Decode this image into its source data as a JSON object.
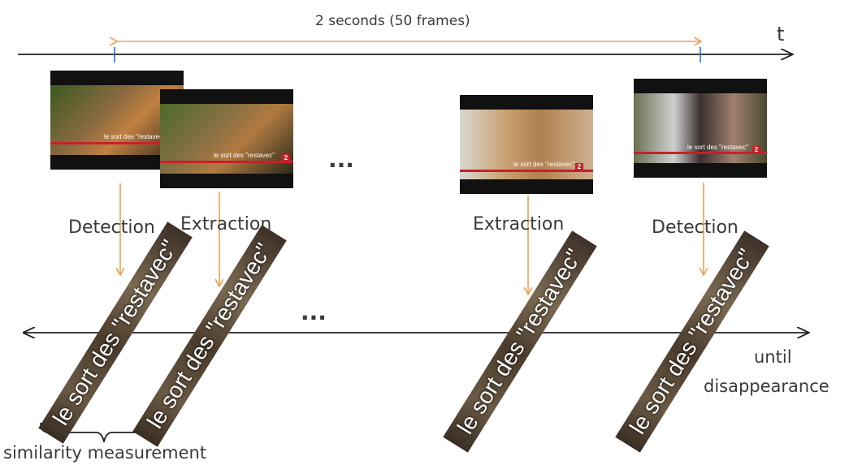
{
  "timeline": {
    "duration_label": "2 seconds (50 frames)",
    "axis_label": "t"
  },
  "steps": {
    "detection_1": "Detection",
    "extraction_1": "Extraction",
    "extraction_2": "Extraction",
    "detection_2": "Detection"
  },
  "ellipsis_top": "...",
  "ellipsis_bottom": "...",
  "frame_caption": "le sort des \"restavec\"",
  "frame_logo": "2",
  "extracted_text": "le sort des \"restavec\"",
  "end_label_line1": "until",
  "end_label_line2": "disappearance",
  "bracket_label": "similarity measurement",
  "colors": {
    "orange_arrow": "#f0a050",
    "axis": "#222222",
    "tick": "#2a6fd6",
    "accent_red": "#c8202a"
  }
}
